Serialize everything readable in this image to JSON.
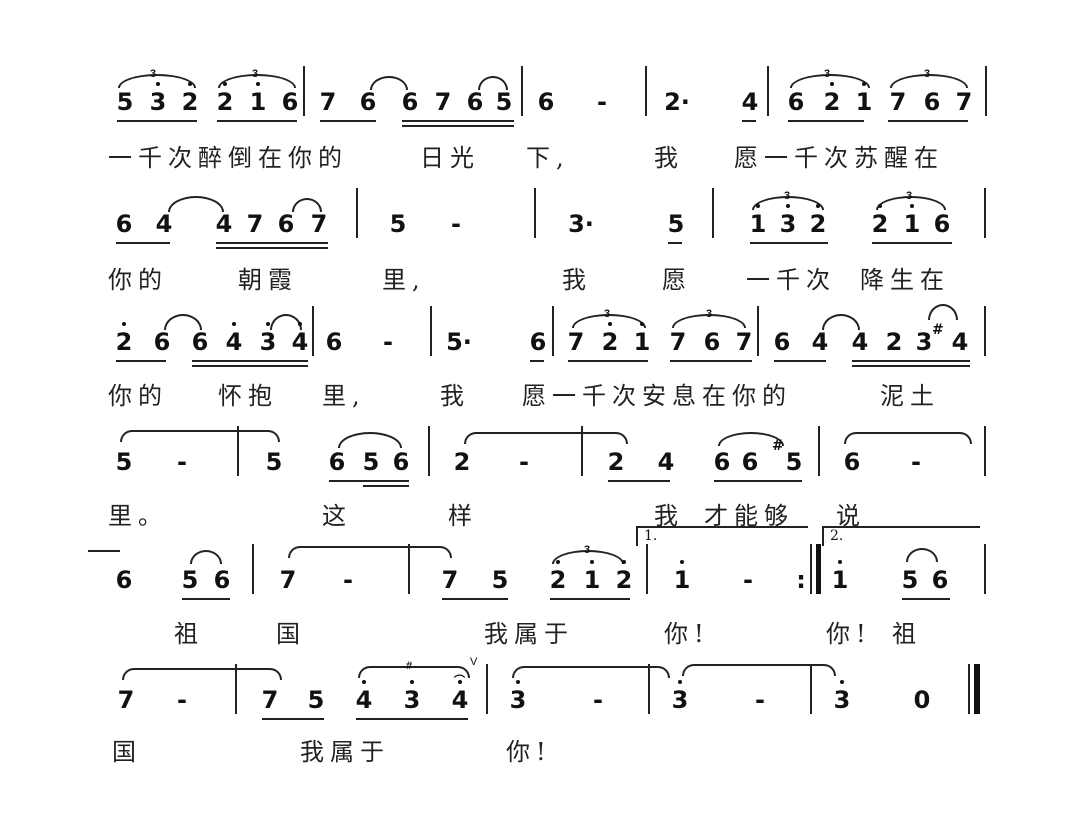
{
  "score": {
    "type": "jianpu (numbered musical notation)",
    "rows": [
      {
        "notes": "5 3̇ 2̇ 2̇ 1̇ 6 | 7 6 6 7 6 5 | 6 - | 2· 4 | 6 2̇ 1̇ 7 6 7 |",
        "lyrics": "一千次醉倒在你的 日光 下, 我 愿一千次苏醒在"
      },
      {
        "notes": "6 4 4 7 6 7 | 5 - | 3· 5 | 1̇ 3̇ 2̇ 2̇ 1̇ 6 |",
        "lyrics": "你的 朝霞 里, 我 愿 一千次 降生在"
      },
      {
        "notes": "2̇ 6 6 4̇ 3̇ 4̇ | 6 - | 5· 6 | 7 2̇ 1̇ 7 6 7 | 6 4 4 2 3 #4 |",
        "lyrics": "你的 怀抱 里, 我 愿一千次安息在你的 泥土"
      },
      {
        "notes": "5 - | 5 6 5 6 | 2 - | 2 4 6 6 #5 | 6 - |",
        "lyrics": "里。 这 样 我 才能够 说"
      },
      {
        "notes": "6 5 6 | 7 - | 7 5 2̇ 1̇ 2̇ |[1. 1̇ - :||[2. 1̇ 5 6 |",
        "lyrics": "祖 国 我属于 你! 你! 祖"
      },
      {
        "notes": "7 - | 7 5 4̇ 3̇ 4̇ | 3̇ - | 3̇ - | 3̇ 0 ||",
        "lyrics": "国 我属于 你!"
      }
    ],
    "volta_labels": [
      "1.",
      "2."
    ]
  },
  "r1": {
    "n": [
      "5",
      "3",
      "2",
      "2",
      "1",
      "6",
      "7",
      "6",
      "6",
      "7",
      "6",
      "5",
      "6",
      "-",
      "2·",
      "4",
      "6",
      "2",
      "1",
      "7",
      "6",
      "7"
    ],
    "lyr": [
      "一千次醉倒在你的",
      "日光",
      "下,",
      "我",
      "愿一千次苏醒在"
    ]
  },
  "r2": {
    "n": [
      "6",
      "4",
      "4",
      "7",
      "6",
      "7",
      "5",
      "-",
      "3·",
      "5",
      "1",
      "3",
      "2",
      "2",
      "1",
      "6"
    ],
    "lyr": [
      "你的",
      "朝霞",
      "里,",
      "我",
      "愿",
      "一千次",
      "降生在"
    ]
  },
  "r3": {
    "n": [
      "2",
      "6",
      "6",
      "4",
      "3",
      "4",
      "6",
      "-",
      "5·",
      "6",
      "7",
      "2",
      "1",
      "7",
      "6",
      "7",
      "6",
      "4",
      "4",
      "2",
      "3",
      "4"
    ],
    "sharp": "#",
    "lyr": [
      "你的",
      "怀抱",
      "里,",
      "我",
      "愿一千次安息在你的",
      "泥土"
    ]
  },
  "r4": {
    "n": [
      "5",
      "-",
      "5",
      "6",
      "5",
      "6",
      "2",
      "-",
      "2",
      "4",
      "6",
      "6",
      "5",
      "6",
      "-"
    ],
    "sharp": "#",
    "lyr": [
      "里。",
      "这",
      "样",
      "我",
      "才能够",
      "说"
    ]
  },
  "r5": {
    "n": [
      "6",
      "5",
      "6",
      "7",
      "-",
      "7",
      "5",
      "2",
      "1",
      "2",
      "1",
      "-",
      ":",
      "1",
      "5",
      "6"
    ],
    "volta1": "1.",
    "volta2": "2.",
    "lyr": [
      "祖",
      "国",
      "我属于",
      "你!",
      "你!",
      "祖"
    ]
  },
  "r6": {
    "n": [
      "7",
      "-",
      "7",
      "5",
      "4",
      "3",
      "4",
      "3",
      "-",
      "3",
      "-",
      "3",
      "0"
    ],
    "breath": "V",
    "fermata": "⌒",
    "lyr": [
      "国",
      "我属于",
      "你!"
    ]
  }
}
